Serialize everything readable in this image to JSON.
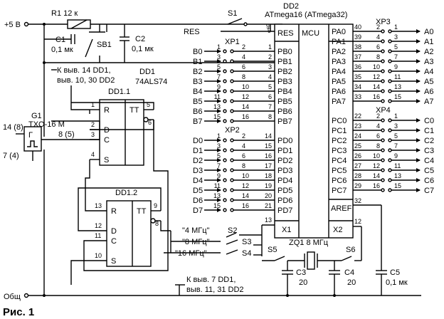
{
  "power": {
    "vcc": "+5 В",
    "gnd": "Общ"
  },
  "r1": {
    "label": "R1 12 к"
  },
  "c1": {
    "ref": "C1",
    "val": "0,1 мк"
  },
  "c2": {
    "ref": "C2",
    "val": "0,1 мк"
  },
  "sb1": "SB1",
  "res": "RES",
  "note_top": {
    "line1": "К выв. 14 DD1,",
    "line2": "выв. 10, 30 DD2"
  },
  "note_bottom": {
    "line1": "К выв. 7 DD1,",
    "line2": "выв. 11, 31 DD2"
  },
  "dd1": {
    "ref": "DD1",
    "type": "74ALS74",
    "u1": "DD1.1",
    "u2": "DD1.2",
    "r": "R",
    "d": "D",
    "c": "C",
    "s": "S",
    "tt": "TT"
  },
  "g1": {
    "ref": "G1",
    "type": "TXO-16 M",
    "pin14": "14 (8)",
    "pin8": "8 (5)",
    "pin7": "7 (4)",
    "sym": "Г"
  },
  "dd2": {
    "ref": "DD2",
    "type": "ATmega16 (ATmega32)",
    "mcu": "MCU",
    "res": "RES",
    "aref": "AREF",
    "x1": "X1",
    "x2": "X2"
  },
  "s1": "S1",
  "xp1": "XP1",
  "xp2": "XP2",
  "xp3": "XP3",
  "xp4": "XP4",
  "portb": {
    "signals": [
      "B0",
      "B1",
      "B2",
      "B3",
      "B4",
      "B5",
      "B6",
      "B7"
    ],
    "pins": [
      "PB0",
      "PB1",
      "PB2",
      "PB3",
      "PB4",
      "PB5",
      "PB6",
      "PB7"
    ],
    "chip_pins": [
      "1",
      "2",
      "3",
      "4",
      "5",
      "6",
      "7",
      "8"
    ],
    "conn_a": [
      "1",
      "3",
      "5",
      "7",
      "9",
      "11",
      "13",
      "15"
    ],
    "conn_b": [
      "2",
      "4",
      "6",
      "8",
      "10",
      "12",
      "14",
      "16"
    ]
  },
  "portd": {
    "signals": [
      "D0",
      "D1",
      "D2",
      "D3",
      "D4",
      "D5",
      "D6",
      "D7"
    ],
    "pins": [
      "PD0",
      "PD1",
      "PD2",
      "PD3",
      "PD4",
      "PD5",
      "PD6",
      "PD7"
    ],
    "chip_pins": [
      "14",
      "15",
      "16",
      "17",
      "18",
      "19",
      "20",
      "21"
    ],
    "conn_a": [
      "1",
      "3",
      "5",
      "7",
      "9",
      "11",
      "13",
      "15"
    ],
    "conn_b": [
      "2",
      "4",
      "6",
      "8",
      "10",
      "12",
      "14",
      "16"
    ]
  },
  "porta": {
    "signals": [
      "A0",
      "A1",
      "A2",
      "A3",
      "A4",
      "A5",
      "A6",
      "A7"
    ],
    "pins": [
      "PA0",
      "PA1",
      "PA2",
      "PA3",
      "PA4",
      "PA5",
      "PA6",
      "PA7"
    ],
    "chip_pins": [
      "40",
      "39",
      "38",
      "37",
      "36",
      "35",
      "34",
      "33"
    ],
    "conn_a": [
      "2",
      "4",
      "6",
      "8",
      "10",
      "12",
      "14",
      "16"
    ],
    "conn_b": [
      "1",
      "3",
      "5",
      "7",
      "9",
      "11",
      "13",
      "15"
    ]
  },
  "portc": {
    "signals": [
      "C0",
      "C1",
      "C2",
      "C3",
      "C4",
      "C5",
      "C6",
      "C7"
    ],
    "pins": [
      "PC0",
      "PC1",
      "PC2",
      "PC3",
      "PC4",
      "PC5",
      "PC6",
      "PC7"
    ],
    "chip_pins": [
      "22",
      "23",
      "24",
      "25",
      "26",
      "27",
      "28",
      "29"
    ],
    "conn_a": [
      "2",
      "4",
      "6",
      "8",
      "10",
      "12",
      "14",
      "16"
    ],
    "conn_b": [
      "1",
      "3",
      "5",
      "7",
      "9",
      "11",
      "13",
      "15"
    ]
  },
  "clock": {
    "mhz4": "\"4 МГц\"",
    "mhz8": "\"8 МГц\"",
    "mhz16": "\"16 МГц\"",
    "s2": "S2",
    "s3": "S3",
    "s4": "S4",
    "s5": "S5",
    "s6": "S6"
  },
  "zq1": "ZQ1 8 МГц",
  "c3": {
    "ref": "C3",
    "val": "20"
  },
  "c4": {
    "ref": "C4",
    "val": "20"
  },
  "c5": {
    "ref": "C5",
    "val": "0,1 мк"
  },
  "pins": {
    "p9": "9",
    "p10": "10",
    "p13": "13",
    "p12": "12",
    "p32": "32",
    "d1": {
      "p1": "1",
      "p2": "2",
      "p3": "3",
      "p4": "4",
      "p5": "5",
      "p6": "6"
    },
    "d2": {
      "p13": "13",
      "p12": "12",
      "p11": "11",
      "p10": "10",
      "p9": "9",
      "p8": "8"
    }
  },
  "caption": "Рис. 1"
}
